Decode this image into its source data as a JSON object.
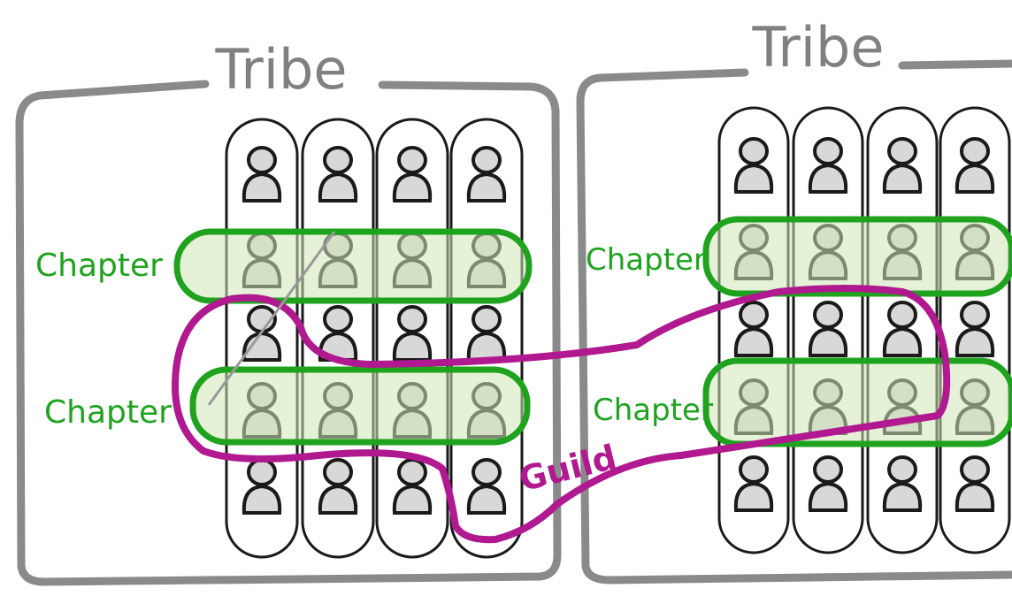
{
  "tribes": [
    {
      "label": "Tribe",
      "squad_count": 4,
      "members_per_squad": 5,
      "chapters": [
        {
          "label": "Chapter",
          "row": 1
        },
        {
          "label": "Chapter",
          "row": 3
        }
      ]
    },
    {
      "label": "Tribe",
      "squad_count": 4,
      "members_per_squad": 5,
      "chapters": [
        {
          "label": "Chapter",
          "row": 1
        },
        {
          "label": "Chapter",
          "row": 3
        }
      ]
    }
  ],
  "guild": {
    "label": "Guild"
  },
  "colors": {
    "tribe_border": "#8a8a8a",
    "tribe_text": "#808080",
    "squad_outline": "#1a1a1a",
    "person_fill": "#d8d8d8",
    "chapter": "#1fa31f",
    "chapter_fill": "#cfe8b8",
    "guild": "#b0198f"
  }
}
